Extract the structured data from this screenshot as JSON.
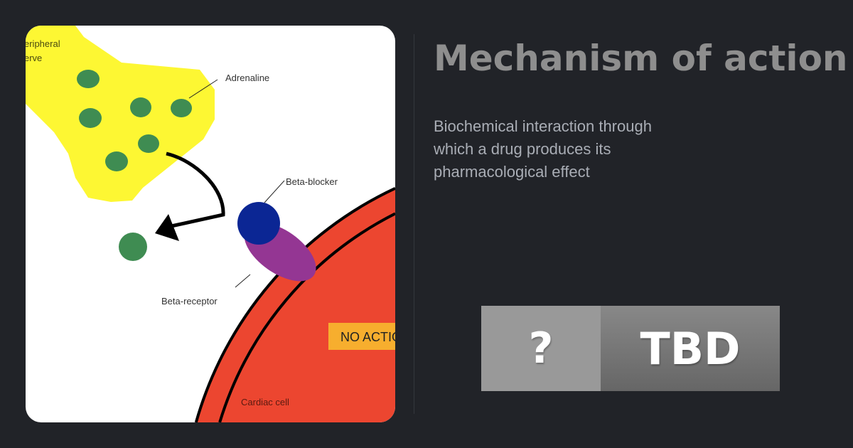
{
  "diagram": {
    "labels": {
      "nerve_line1": "eripheral",
      "nerve_line2": "erve",
      "adrenaline": "Adrenaline",
      "beta_blocker": "Beta-blocker",
      "beta_receptor": "Beta-receptor",
      "cardiac_cell": "Cardiac cell",
      "no_action": "NO ACTION"
    },
    "colors": {
      "nerve": "#fdf733",
      "adrenaline": "#3f8c52",
      "cell": "#ec4630",
      "blocker": "#0b2694",
      "receptor": "#943693",
      "no_action_bg": "#f7ae2e"
    }
  },
  "header": {
    "title": "Mechanism of action"
  },
  "description": "Biochemical interaction through which a drug produces its pharmacological effect",
  "badge": {
    "left": "?",
    "right": "TBD"
  }
}
